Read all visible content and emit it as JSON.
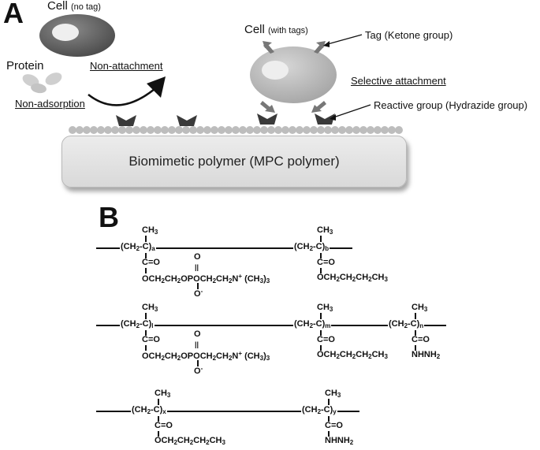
{
  "panel_a": {
    "letter": "A",
    "cell_no_tag": {
      "name": "Cell",
      "qualifier": "(no tag)"
    },
    "protein": "Protein",
    "non_attachment": "Non-attachment",
    "non_adsorption": "Non-adsorption",
    "cell_with_tags": {
      "name": "Cell",
      "qualifier": "(with tags)"
    },
    "tag": "Tag (Ketone group)",
    "selective_attachment": "Selective attachment",
    "reactive_group": "Reactive group (Hydrazide group)",
    "polymer": "Biomimetic polymer (MPC polymer)"
  },
  "panel_b": {
    "letter": "B",
    "structures": [
      {
        "units": [
          {
            "methyl": "CH",
            "methyl_sub": "3",
            "backbone": "(CH",
            "backbone_sub": "2",
            "backbone_mid": "-C)",
            "subscript": "a",
            "carbonyl": "C=O",
            "side": "OCH",
            "side_chain": "2CH2OPOCH2CH2N+(CH3)3"
          },
          {
            "methyl": "CH",
            "methyl_sub": "3",
            "backbone": "(CH",
            "backbone_sub": "2",
            "backbone_mid": "-C)",
            "subscript": "b",
            "carbonyl": "C=O",
            "side_chain": "OCH2CH2CH2CH3"
          }
        ]
      },
      {
        "units": [
          {
            "subscript": "l"
          },
          {
            "subscript": "m"
          },
          {
            "subscript": "n",
            "side_chain": "NHNH2"
          }
        ]
      },
      {
        "units": [
          {
            "subscript": "x"
          },
          {
            "subscript": "y",
            "side_chain": "NHNH2"
          }
        ]
      }
    ]
  }
}
